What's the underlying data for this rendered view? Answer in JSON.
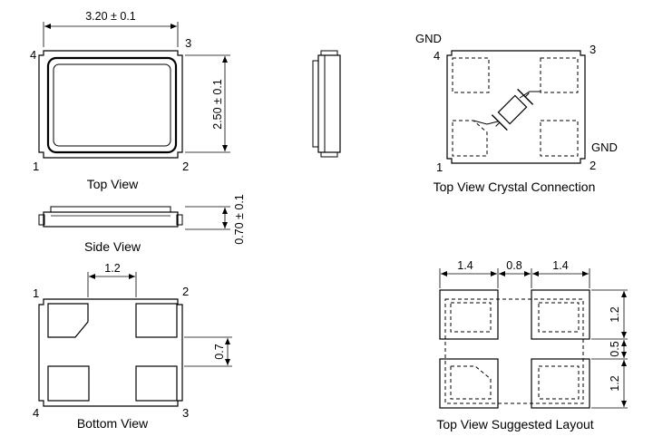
{
  "views": {
    "top": "Top View",
    "side": "Side View",
    "bottom": "Bottom View",
    "crystal": "Top View Crystal Connection",
    "layout": "Top View Suggested Layout"
  },
  "dims": {
    "width": "3.20 ± 0.1",
    "length": "2.50 ± 0.1",
    "height": "0.70 ± 0.1",
    "pad_w": "1.2",
    "pad_gap": "0.7",
    "layout_w1": "1.4",
    "layout_gap": "0.8",
    "layout_w2": "1.4",
    "layout_h1": "1.2",
    "layout_mid": "0.5",
    "layout_h2": "1.2"
  },
  "pins": {
    "p1": "1",
    "p2": "2",
    "p3": "3",
    "p4": "4"
  },
  "signals": {
    "gnd": "GND"
  }
}
